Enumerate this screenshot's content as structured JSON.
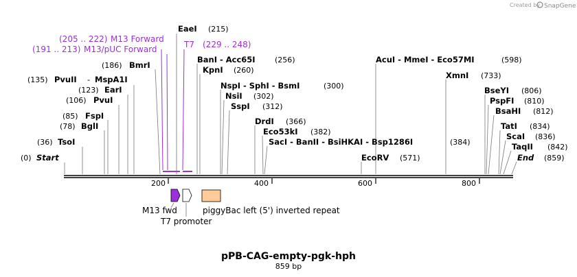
{
  "credit": {
    "text": "Created by",
    "brand": "SnapGene"
  },
  "map": {
    "title": "pPB-CAG-empty-pgk-hph",
    "length_label": "859 bp",
    "ticks": [
      "200",
      "400",
      "600",
      "800"
    ]
  },
  "sites": [
    {
      "id": "start",
      "label": "Start",
      "pos_text": "(0)",
      "bp": 0,
      "italic": true,
      "side": "left"
    },
    {
      "id": "tsoi",
      "label": "TsoI",
      "pos_text": "(36)",
      "bp": 36,
      "side": "left"
    },
    {
      "id": "bgli",
      "label": "BglI",
      "pos_text": "(78)",
      "bp": 78,
      "side": "left"
    },
    {
      "id": "fspi",
      "label": "FspI",
      "pos_text": "(85)",
      "bp": 85,
      "side": "left"
    },
    {
      "id": "pvui",
      "label": "PvuI",
      "pos_text": "(106)",
      "bp": 106,
      "side": "left"
    },
    {
      "id": "eari",
      "label": "EarI",
      "pos_text": "(123)",
      "bp": 123,
      "side": "left"
    },
    {
      "id": "pvuii",
      "label": "PvuII",
      "extra": "MspA1I",
      "pos_text": "(135)",
      "bp": 135,
      "side": "left"
    },
    {
      "id": "bmri",
      "label": "BmrI",
      "pos_text": "(186)",
      "bp": 186,
      "side": "left"
    },
    {
      "id": "eaei",
      "label": "EaeI",
      "pos_text": "(215)",
      "bp": 215,
      "side": "right"
    },
    {
      "id": "bani",
      "label": "BanI - Acc65I",
      "pos_text": "(256)",
      "bp": 256,
      "side": "right"
    },
    {
      "id": "kpni",
      "label": "KpnI",
      "pos_text": "(260)",
      "bp": 260,
      "side": "right"
    },
    {
      "id": "nspi",
      "label": "NspI - SphI - BsmI",
      "pos_text": "(300)",
      "bp": 300,
      "side": "right"
    },
    {
      "id": "nsii",
      "label": "NsiI",
      "pos_text": "(302)",
      "bp": 302,
      "side": "right"
    },
    {
      "id": "sspi",
      "label": "SspI",
      "pos_text": "(312)",
      "bp": 312,
      "side": "right"
    },
    {
      "id": "drdi",
      "label": "DrdI",
      "pos_text": "(366)",
      "bp": 366,
      "side": "right"
    },
    {
      "id": "eco53ki",
      "label": "Eco53kI",
      "pos_text": "(382)",
      "bp": 382,
      "side": "right"
    },
    {
      "id": "saci",
      "label": "SacI - BanII - BsiHKAI - Bsp1286I",
      "pos_text": "(384)",
      "bp": 384,
      "side": "right"
    },
    {
      "id": "ecorv",
      "label": "EcoRV",
      "pos_text": "(571)",
      "bp": 571,
      "side": "right"
    },
    {
      "id": "acui",
      "label": "AcuI - MmeI - Eco57MI",
      "pos_text": "(598)",
      "bp": 598,
      "side": "right"
    },
    {
      "id": "xmni",
      "label": "XmnI",
      "pos_text": "(733)",
      "bp": 733,
      "side": "right"
    },
    {
      "id": "bseyi",
      "label": "BseYI",
      "pos_text": "(806)",
      "bp": 806,
      "side": "right"
    },
    {
      "id": "pspfi",
      "label": "PspFI",
      "pos_text": "(810)",
      "bp": 810,
      "side": "right"
    },
    {
      "id": "bsahi",
      "label": "BsaHI",
      "pos_text": "(812)",
      "bp": 812,
      "side": "right"
    },
    {
      "id": "tati",
      "label": "TatI",
      "pos_text": "(834)",
      "bp": 834,
      "side": "right"
    },
    {
      "id": "scai",
      "label": "ScaI",
      "pos_text": "(836)",
      "bp": 836,
      "side": "right"
    },
    {
      "id": "taqii",
      "label": "TaqII",
      "pos_text": "(842)",
      "bp": 842,
      "side": "right"
    },
    {
      "id": "end",
      "label": "End",
      "pos_text": "(859)",
      "bp": 859,
      "italic": true,
      "side": "right"
    }
  ],
  "primers": [
    {
      "id": "m13fwd",
      "label": "M13 Forward",
      "range_text": "(205 .. 222)",
      "start": 205,
      "end": 222
    },
    {
      "id": "m13puc",
      "label": "M13/pUC Forward",
      "range_text": "(191 .. 213)",
      "start": 191,
      "end": 213
    },
    {
      "id": "t7",
      "label": "T7",
      "range_text": "(229 .. 248)",
      "start": 229,
      "end": 248
    }
  ],
  "features": [
    {
      "id": "m13-fwd",
      "label": "M13 fwd",
      "start": 205,
      "end": 222,
      "color": "#9b30d9",
      "shape": "arrow"
    },
    {
      "id": "t7-promoter",
      "label": "T7 promoter",
      "start": 229,
      "end": 248,
      "color": "#ffffff",
      "shape": "arrow"
    },
    {
      "id": "piggybac",
      "label": "piggyBac left (5') inverted repeat",
      "start": 260,
      "end": 295,
      "color": "#ffcc99",
      "shape": "box"
    }
  ],
  "colors": {
    "primer": "#9b30d9",
    "backbone": "#000000",
    "piggybac": "#ffcc99",
    "m13": "#9b30d9"
  }
}
